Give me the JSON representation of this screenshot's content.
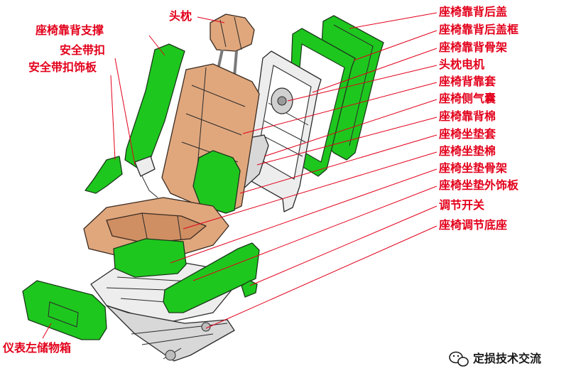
{
  "labels": {
    "headrest": "头枕",
    "backrest_support": "座椅靠背支撑",
    "seatbelt_buckle": "安全带扣",
    "seatbelt_buckle_trim": "安全带扣饰板",
    "backrest_rear_cover": "座椅靠背后盖",
    "backrest_rear_cover_frame": "座椅靠背后盖框",
    "backrest_frame": "座椅靠背骨架",
    "headrest_motor": "头枕电机",
    "backrest_cover": "座椅背靠套",
    "side_airbag": "座椅侧气囊",
    "backrest_foam": "座椅靠背棉",
    "cushion_cover": "座椅坐垫套",
    "cushion_foam": "座椅坐垫棉",
    "cushion_frame": "座椅坐垫骨架",
    "cushion_outer_trim": "座椅坐垫外饰板",
    "adjust_switch": "调节开关",
    "adjust_base": "座椅调节底座",
    "glovebox": "仪表左储物箱"
  },
  "watermark": {
    "text": "定损技术交流",
    "icon": "wechat-icon"
  },
  "colors": {
    "label": "#e3001b",
    "part_highlight": "#1ec71e",
    "upholstery": "#e0a77d",
    "frame": "#ededed"
  }
}
